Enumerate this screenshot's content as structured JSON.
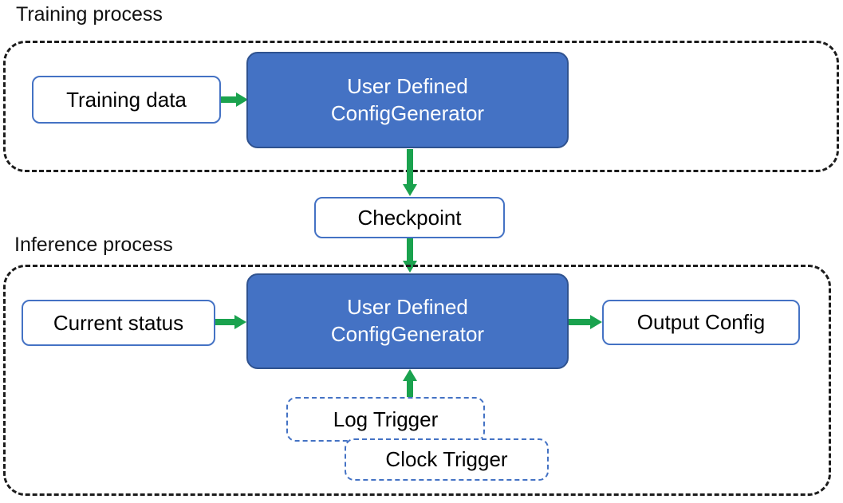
{
  "colors": {
    "node_fill": "#4472c4",
    "node_border": "#2f528f",
    "light_box_border": "#4472c4",
    "arrow": "#1aa24e",
    "container_dash": "#1c1c1c"
  },
  "training": {
    "label": "Training process",
    "input": "Training data",
    "generator_line1": "User Defined",
    "generator_line2": "ConfigGenerator"
  },
  "checkpoint": {
    "label": "Checkpoint"
  },
  "inference": {
    "label": "Inference process",
    "input": "Current status",
    "generator_line1": "User Defined",
    "generator_line2": "ConfigGenerator",
    "output": "Output Config",
    "log_trigger": "Log Trigger",
    "clock_trigger": "Clock Trigger"
  }
}
